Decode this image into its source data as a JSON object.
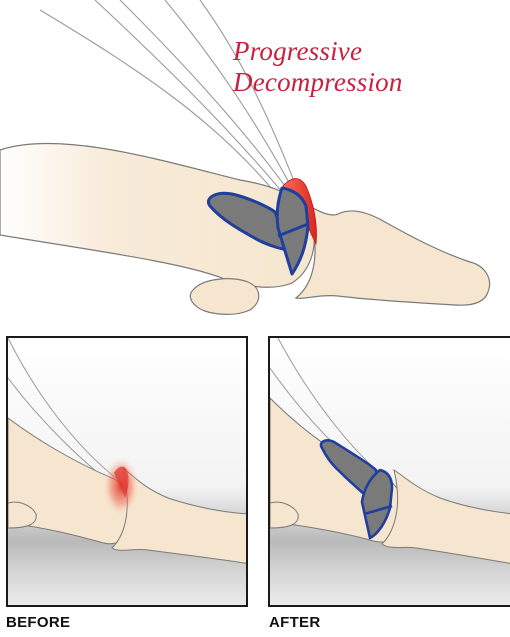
{
  "title": {
    "line1": "Progressive",
    "line2": "Decompression"
  },
  "panels": {
    "before_label": "BEFORE",
    "after_label": "AFTER"
  },
  "colors": {
    "title_red": "#c8203f",
    "bone": "#f6e6cf",
    "bone_outline": "#6b6b6b",
    "implant_fill": "#7a7a7a",
    "implant_outline": "#1f3f9e",
    "spur_red": "#e03a2f"
  }
}
